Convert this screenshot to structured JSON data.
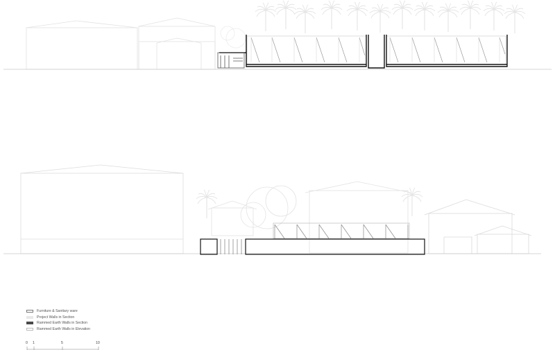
{
  "legend": {
    "items": [
      {
        "label": "Furniture & Sanitary ware",
        "fill": "#ffffff",
        "border": "#777777"
      },
      {
        "label": "Project Walls in Section",
        "fill": "#e8e8e8",
        "border": "#e8e8e8"
      },
      {
        "label": "Rammed Earth Walls in Section",
        "fill": "#4a4a4a",
        "border": "#4a4a4a"
      },
      {
        "label": "Rammed Earth Walls in Elevation",
        "fill": "#ffffff",
        "border": "#bbbbbb"
      }
    ]
  },
  "scale_bar": {
    "ticks": [
      "0",
      "1",
      "5",
      "10"
    ]
  },
  "colors": {
    "line_dark": "#111111",
    "line_light": "#cfcfcf",
    "line_faint": "#e3e3e3"
  }
}
